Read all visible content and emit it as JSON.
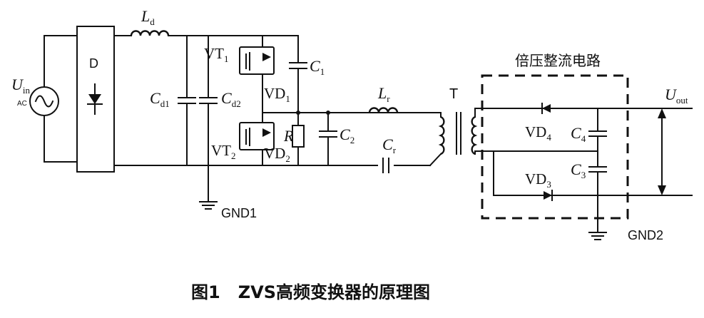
{
  "caption": "图1   ZVS高频变换器的原理图",
  "box_title": "倍压整流电路",
  "labels": {
    "uin": "U",
    "uin_sub": "in",
    "ac": "AC",
    "d": "D",
    "ld": "L",
    "ld_sub": "d",
    "cd1": "C",
    "cd1_sub": "d1",
    "cd2": "C",
    "cd2_sub": "d2",
    "vt1": "VT",
    "vt1_sub": "1",
    "vt2": "VT",
    "vt2_sub": "2",
    "vd1": "VD",
    "vd1_sub": "1",
    "vd2": "VD",
    "vd2_sub": "2",
    "c1": "C",
    "c1_sub": "1",
    "c2": "C",
    "c2_sub": "2",
    "r": "R",
    "lr": "L",
    "lr_sub": "r",
    "cr": "C",
    "cr_sub": "r",
    "t": "T",
    "vd3": "VD",
    "vd3_sub": "3",
    "vd4": "VD",
    "vd4_sub": "4",
    "c3": "C",
    "c3_sub": "3",
    "c4": "C",
    "c4_sub": "4",
    "uout": "U",
    "uout_sub": "out",
    "gnd1": "GND1",
    "gnd2": "GND2"
  }
}
